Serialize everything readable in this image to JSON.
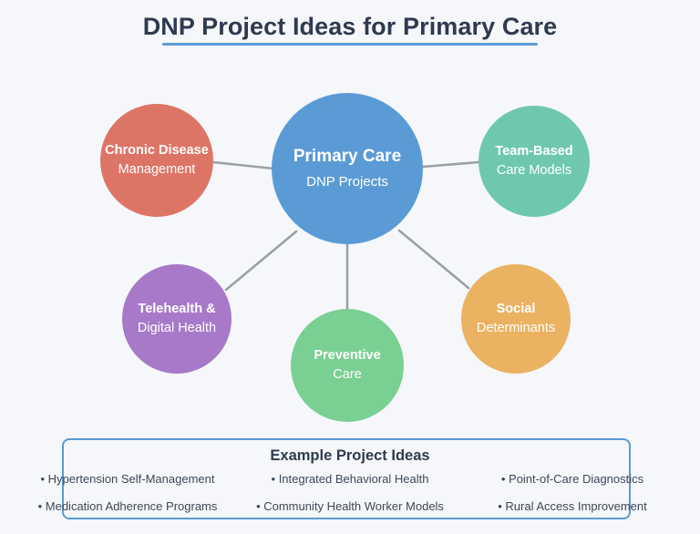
{
  "header": {
    "title": "DNP Project Ideas for Primary Care",
    "underline_color": "#5b9bd5"
  },
  "diagram": {
    "type": "hub-and-spoke mind map",
    "background_color": "#f5f7fa",
    "connector_color": "#9aa0a6",
    "center": {
      "title": "Primary Care",
      "subtitle": "DNP Projects",
      "color": "#5b9bd5"
    },
    "branches": [
      {
        "title": "Chronic Disease",
        "subtitle": "Management",
        "color": "#dd7567"
      },
      {
        "title": "Team-Based",
        "subtitle": "Care Models",
        "color": "#6fc8ae"
      },
      {
        "title": "Telehealth &",
        "subtitle": "Digital Health",
        "color": "#a779c8"
      },
      {
        "title": "Preventive",
        "subtitle": "Care",
        "color": "#7acf92"
      },
      {
        "title": "Social",
        "subtitle": "Determinants",
        "color": "#ebb261"
      }
    ]
  },
  "examples": {
    "heading": "Example Project Ideas",
    "border_color": "#5b9bd5",
    "items": [
      "• Hypertension Self-Management",
      "• Integrated Behavioral Health",
      "• Point-of-Care Diagnostics",
      "• Medication Adherence Programs",
      "• Community Health Worker Models",
      "• Rural Access Improvement"
    ]
  }
}
